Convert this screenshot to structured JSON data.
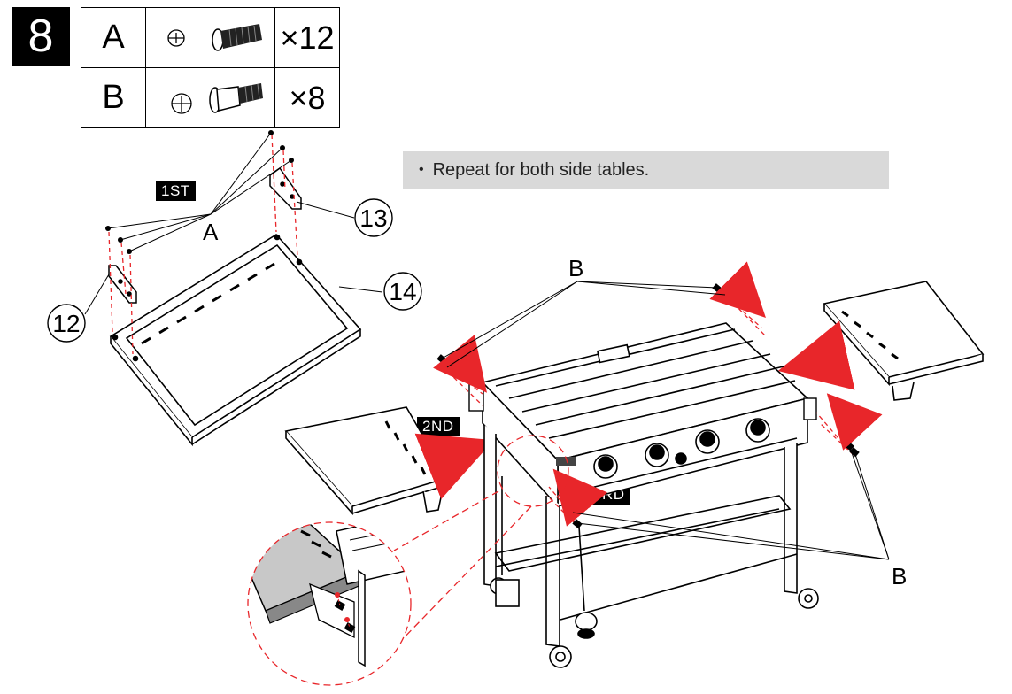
{
  "step": {
    "number": "8"
  },
  "parts": [
    {
      "letter": "A",
      "qty": "×12",
      "icon": "pan-head-screw-icon"
    },
    {
      "letter": "B",
      "qty": "×8",
      "icon": "shoulder-bolt-icon"
    }
  ],
  "note": {
    "bullet": "•",
    "text": "Repeat for both side tables."
  },
  "sequence_tags": {
    "first": "1ST",
    "second": "2ND",
    "third": "3RD"
  },
  "callouts": {
    "part_12": "12",
    "part_13": "13",
    "part_14": "14",
    "hardware_a": "A",
    "hardware_b_top": "B",
    "hardware_b_bottom": "B"
  },
  "colors": {
    "arrow": "#e8262a",
    "dashed": "#e8262a",
    "shade": "#d9d9d9"
  }
}
